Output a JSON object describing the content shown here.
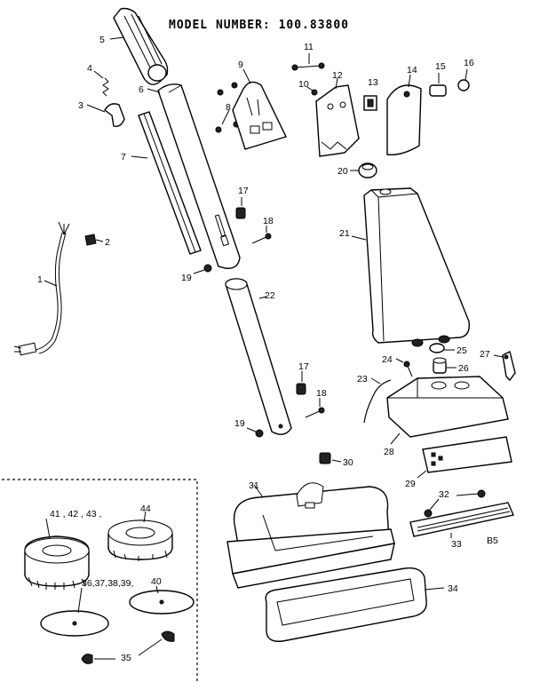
{
  "title": "MODEL NUMBER: 100.83800",
  "corner_code": "B5",
  "callouts": [
    {
      "id": "c1",
      "label": "1"
    },
    {
      "id": "c2",
      "label": "2"
    },
    {
      "id": "c3",
      "label": "3"
    },
    {
      "id": "c4",
      "label": "4"
    },
    {
      "id": "c5",
      "label": "5"
    },
    {
      "id": "c6",
      "label": "6"
    },
    {
      "id": "c7",
      "label": "7"
    },
    {
      "id": "c8",
      "label": "8"
    },
    {
      "id": "c9",
      "label": "9"
    },
    {
      "id": "c10",
      "label": "10"
    },
    {
      "id": "c11",
      "label": "11"
    },
    {
      "id": "c12",
      "label": "12"
    },
    {
      "id": "c13",
      "label": "13"
    },
    {
      "id": "c14",
      "label": "14"
    },
    {
      "id": "c15",
      "label": "15"
    },
    {
      "id": "c16",
      "label": "16"
    },
    {
      "id": "c17a",
      "label": "17"
    },
    {
      "id": "c18a",
      "label": "18"
    },
    {
      "id": "c19a",
      "label": "19"
    },
    {
      "id": "c20",
      "label": "20"
    },
    {
      "id": "c21",
      "label": "21"
    },
    {
      "id": "c22",
      "label": "22"
    },
    {
      "id": "c17b",
      "label": "17"
    },
    {
      "id": "c18b",
      "label": "18"
    },
    {
      "id": "c19b",
      "label": "19"
    },
    {
      "id": "c23",
      "label": "23"
    },
    {
      "id": "c24",
      "label": "24"
    },
    {
      "id": "c25",
      "label": "25"
    },
    {
      "id": "c26",
      "label": "26"
    },
    {
      "id": "c27",
      "label": "27"
    },
    {
      "id": "c28",
      "label": "28"
    },
    {
      "id": "c29",
      "label": "29"
    },
    {
      "id": "c30",
      "label": "30"
    },
    {
      "id": "c31",
      "label": "31"
    },
    {
      "id": "c32",
      "label": "32"
    },
    {
      "id": "c33",
      "label": "33"
    },
    {
      "id": "c34",
      "label": "34"
    },
    {
      "id": "c35",
      "label": "35"
    },
    {
      "id": "c41",
      "label": "41 , 42 , 43 ,"
    },
    {
      "id": "c44",
      "label": "44"
    },
    {
      "id": "c36",
      "label": "36,37,38,39,"
    },
    {
      "id": "c40",
      "label": "40"
    }
  ]
}
